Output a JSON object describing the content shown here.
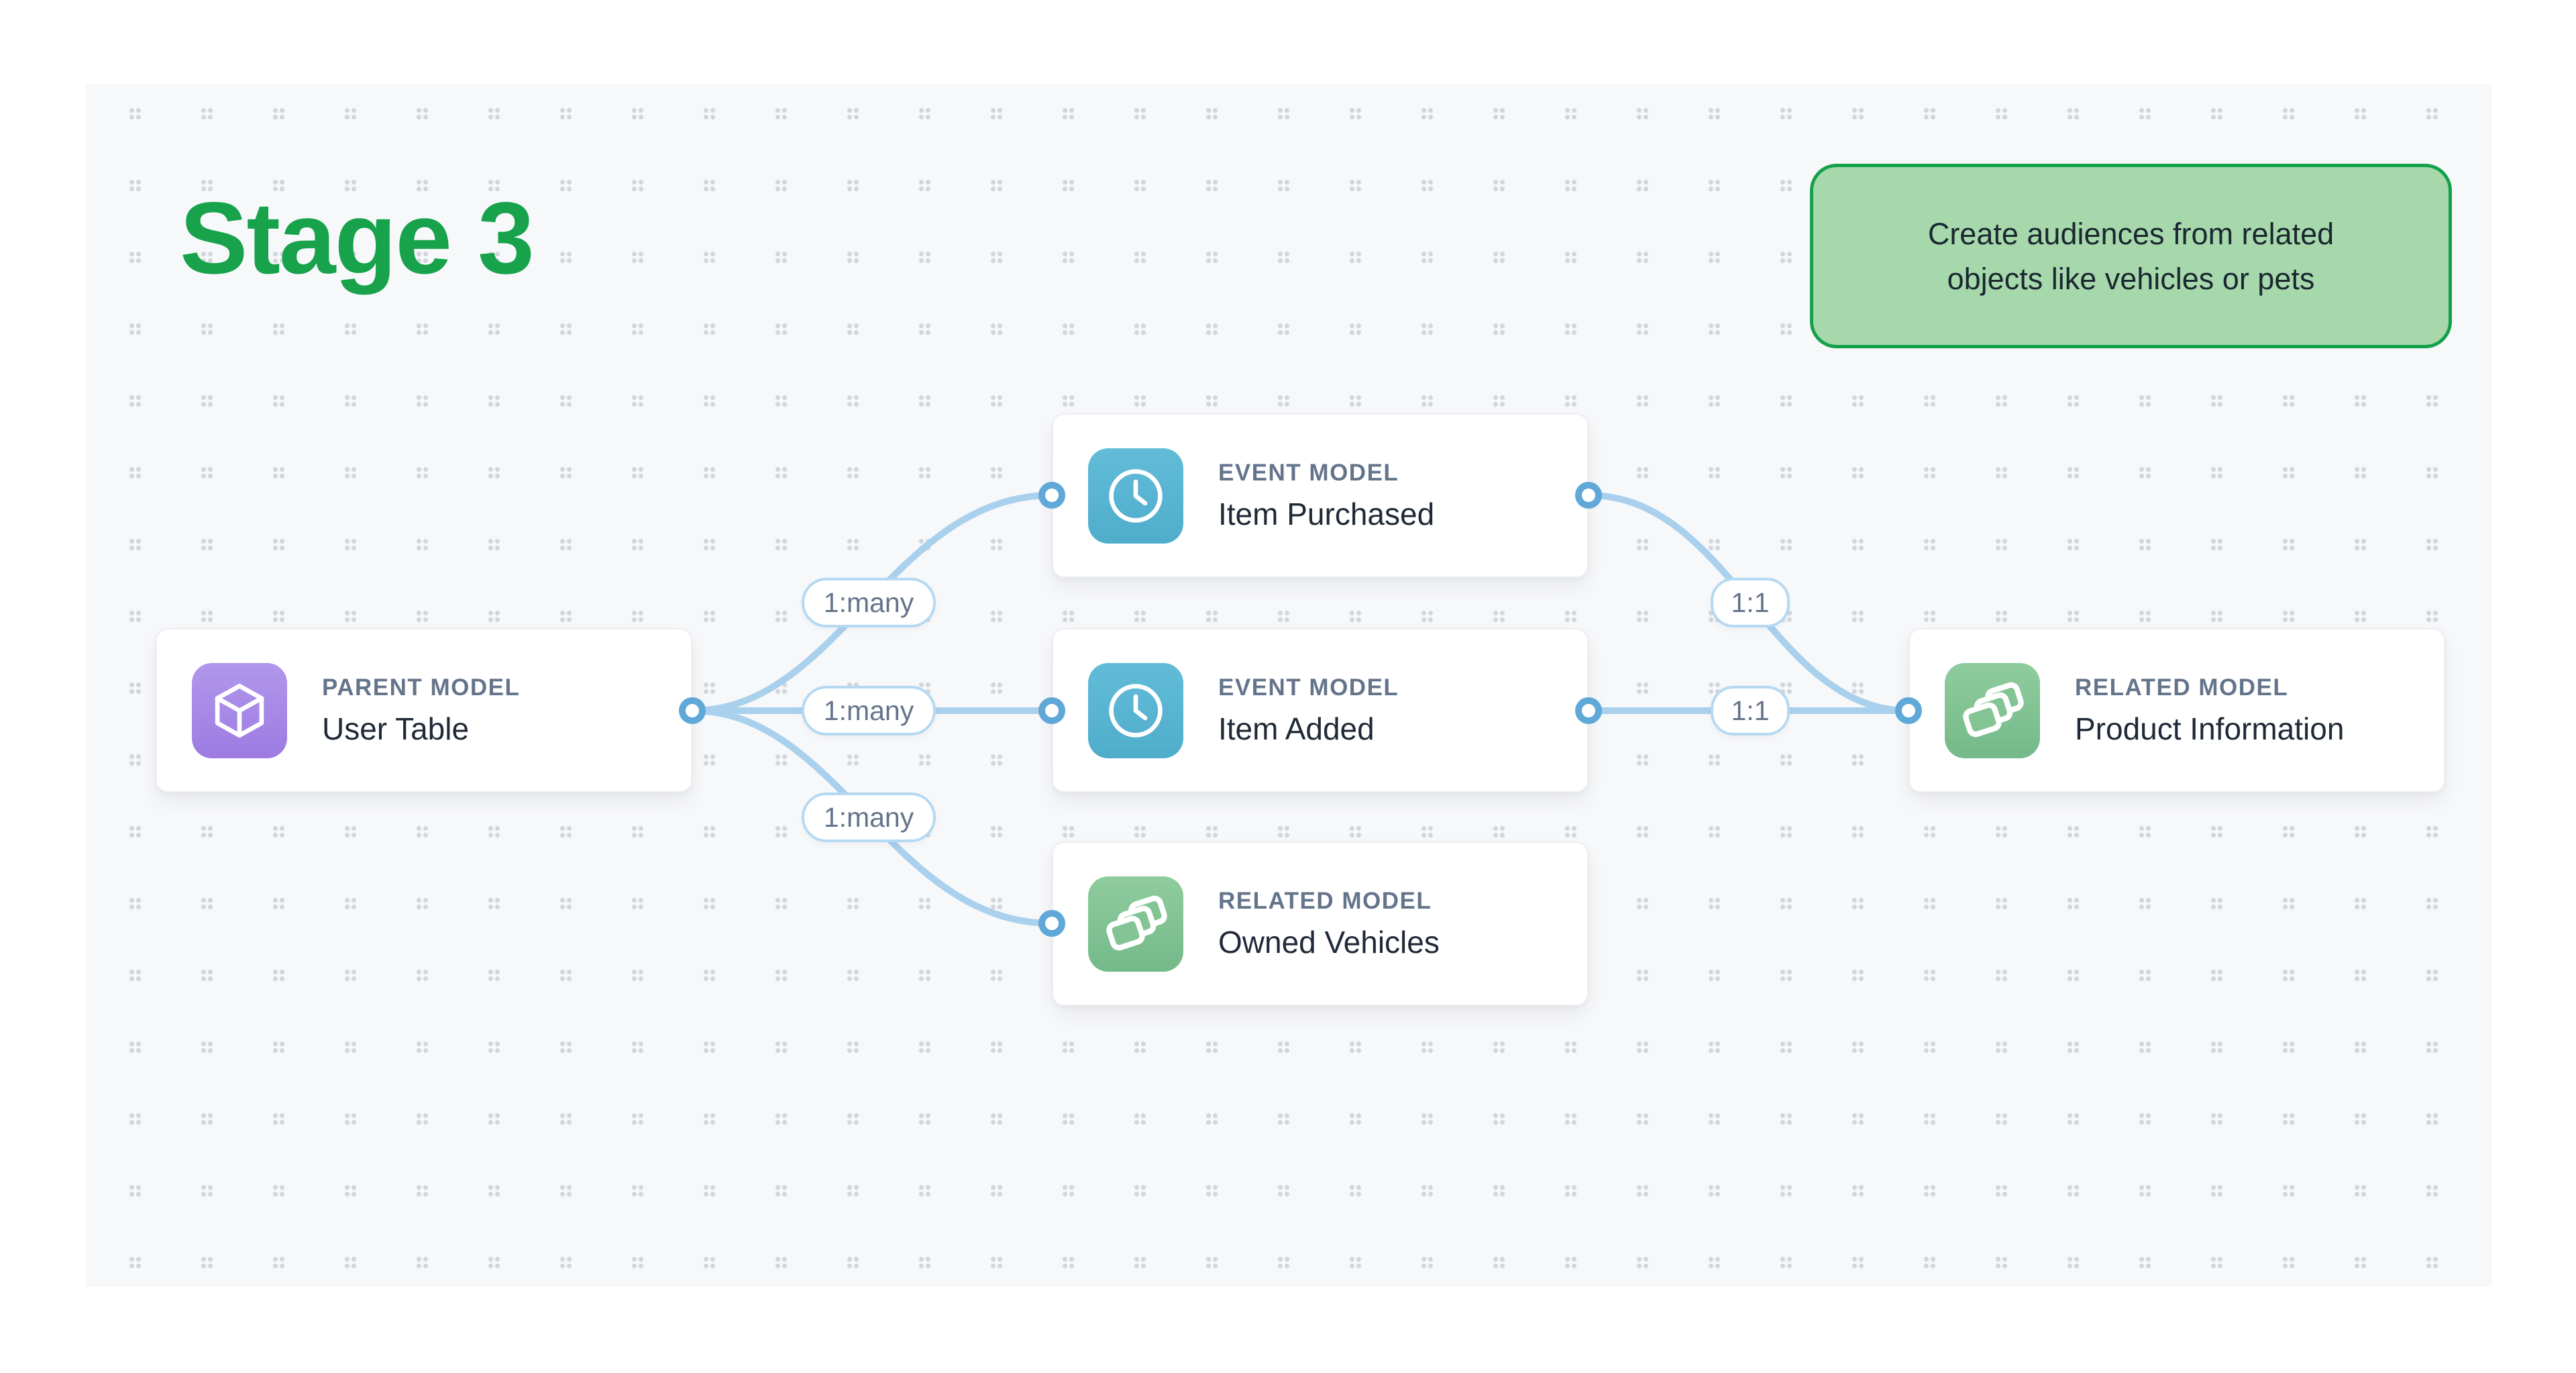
{
  "title": {
    "text": "Stage 3",
    "color": "#17a24b"
  },
  "callout": {
    "lines": [
      "Create audiences from related",
      "objects like vehicles or pets"
    ],
    "bg_color": "#a6d8ab",
    "border_color": "#13a04a"
  },
  "nodes": [
    {
      "id": "parent",
      "type_label": "PARENT MODEL",
      "name": "User Table",
      "icon": "cube-icon",
      "icon_color": "#a488e6"
    },
    {
      "id": "item-purchased",
      "type_label": "EVENT MODEL",
      "name": "Item Purchased",
      "icon": "clock-icon",
      "icon_color": "#58b4d1"
    },
    {
      "id": "item-added",
      "type_label": "EVENT MODEL",
      "name": "Item Added",
      "icon": "clock-icon",
      "icon_color": "#58b4d1"
    },
    {
      "id": "owned-vehicles",
      "type_label": "RELATED MODEL",
      "name": "Owned Vehicles",
      "icon": "layers-icon",
      "icon_color": "#82c493"
    },
    {
      "id": "product-information",
      "type_label": "RELATED MODEL",
      "name": "Product Information",
      "icon": "layers-icon",
      "icon_color": "#82c493"
    }
  ],
  "edges": [
    {
      "from": "parent",
      "to": "item-purchased",
      "label": "1:many"
    },
    {
      "from": "parent",
      "to": "item-added",
      "label": "1:many"
    },
    {
      "from": "parent",
      "to": "owned-vehicles",
      "label": "1:many"
    },
    {
      "from": "item-purchased",
      "to": "product-information",
      "label": "1:1"
    },
    {
      "from": "item-added",
      "to": "product-information",
      "label": "1:1"
    }
  ],
  "colors": {
    "canvas_bg": "#f7f8fa",
    "dot_grid": "#d2d6dc",
    "edge_line": "#a9d0ec",
    "port_ring": "#5fa8d8",
    "pill_border": "#b5d9f2",
    "pill_text": "#64748b",
    "card_type_text": "#64748b",
    "card_name_text": "#1f2937"
  }
}
